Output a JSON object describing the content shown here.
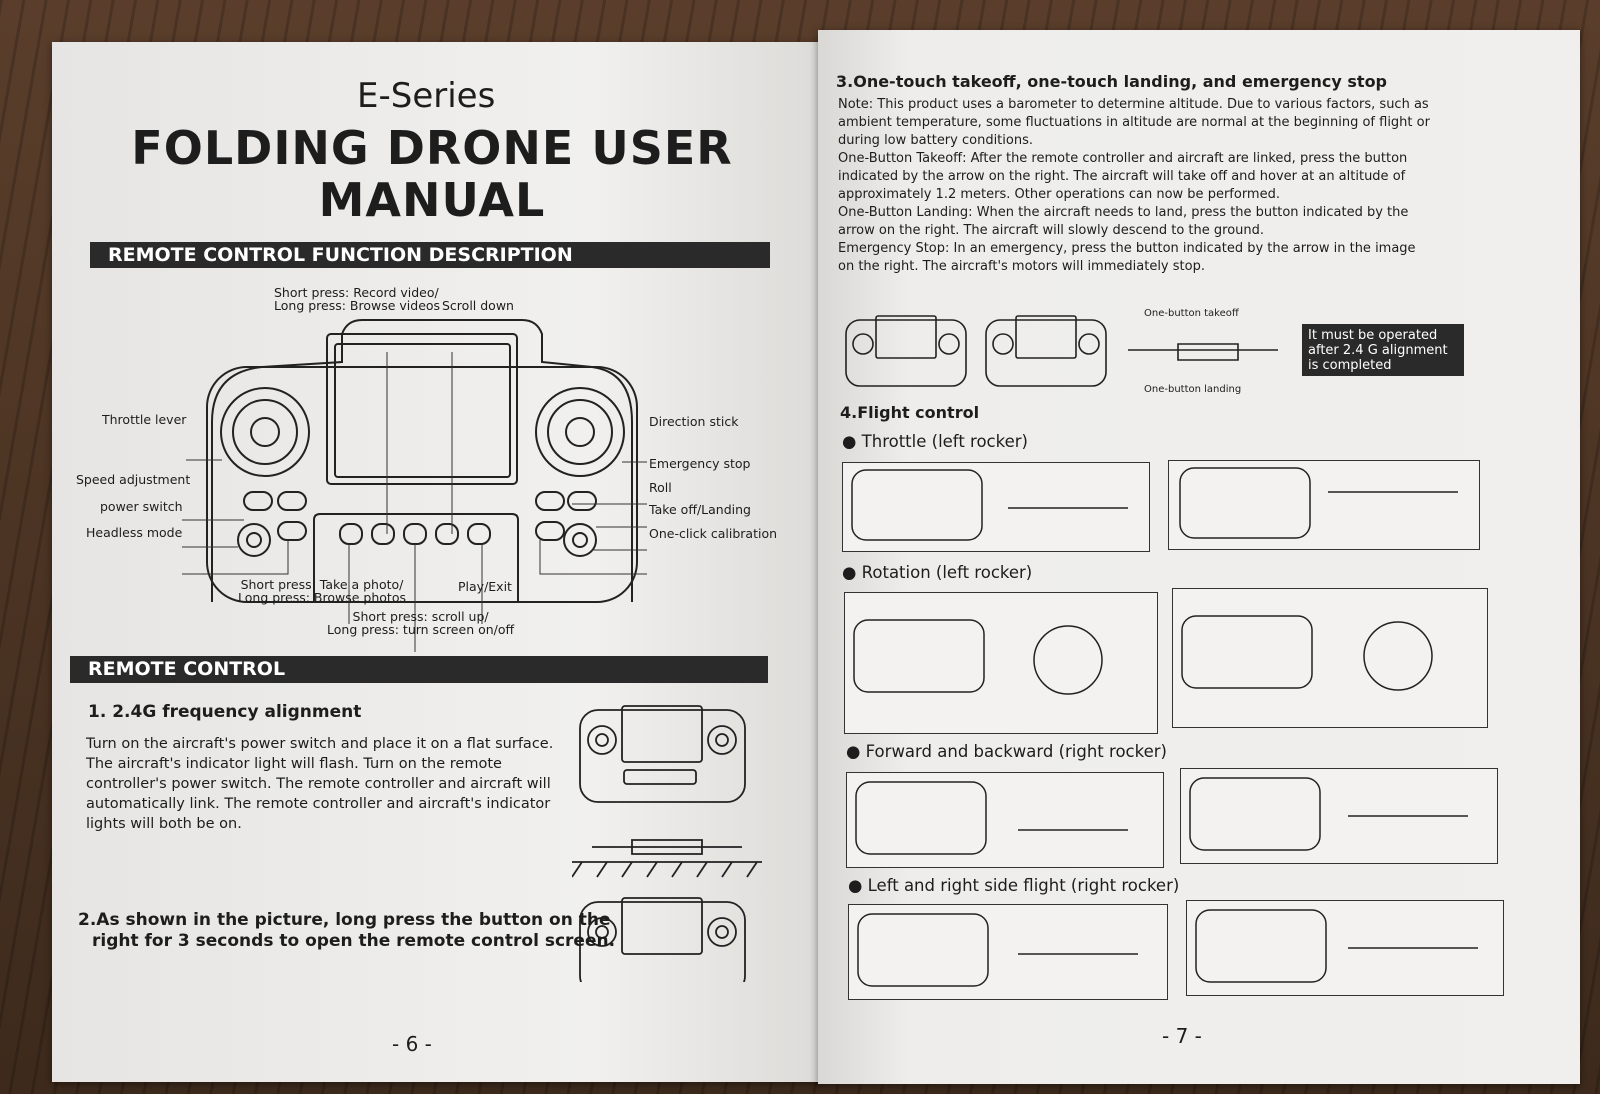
{
  "left_page": {
    "series": "E-Series",
    "title_line1": "FOLDING DRONE USER",
    "title_line2": "MANUAL",
    "section1": "REMOTE CONTROL FUNCTION DESCRIPTION",
    "labels": {
      "record_line1": "Short press: Record video/",
      "record_line2": "Long press: Browse videos",
      "scroll_down": "Scroll down",
      "throttle": "Throttle lever",
      "speed": "Speed adjustment",
      "power": "power switch",
      "headless": "Headless mode",
      "direction": "Direction stick",
      "emergency": "Emergency stop",
      "roll": "Roll",
      "takeoff": "Take off/Landing",
      "calibration": "One-click calibration",
      "photo_line1": "Short press: Take a photo/",
      "photo_line2": "Long press: Browse photos",
      "play": "Play/Exit",
      "scrollup_line1": "Short press: scroll up/",
      "scrollup_line2": "Long press: turn screen on/off"
    },
    "section2": "REMOTE CONTROL",
    "step1_title": "1. 2.4G frequency alignment",
    "step1_lines": [
      "Turn on the aircraft's power switch and place it on a flat surface.",
      "The aircraft's indicator light will flash. Turn on the remote",
      "controller's power switch. The remote controller and aircraft will",
      "automatically link. The remote controller and aircraft's indicator",
      "lights will both be on."
    ],
    "step2_line1": "2.As shown in the picture, long press the button on the",
    "step2_line2": "right for 3 seconds to open the remote control screen.",
    "page_number": "- 6 -"
  },
  "right_page": {
    "section3": "3.One-touch takeoff, one-touch landing, and emergency stop",
    "para_lines": [
      "Note: This product uses a barometer to determine altitude. Due to various factors, such as",
      "ambient temperature, some fluctuations in altitude are normal at the beginning of flight or",
      "during low battery conditions.",
      "One-Button Takeoff: After the remote controller and aircraft are linked, press the button",
      "indicated by the arrow on the right. The aircraft will take off and hover at an altitude of",
      "approximately 1.2 meters. Other operations can now be performed.",
      "One-Button Landing: When the aircraft needs to land, press the button indicated by the",
      "arrow on the right. The aircraft will slowly descend to the ground.",
      "Emergency Stop: In an emergency, press the button indicated by the arrow in the image",
      "on the right. The aircraft's motors will immediately stop."
    ],
    "takeoff_label": "One-button takeoff",
    "landing_label": "One-button landing",
    "note_line1": "It must be operated",
    "note_line2": "after 2.4 G alignment",
    "note_line3": "is completed",
    "section4": "4.Flight control",
    "bullets": [
      "Throttle (left rocker)",
      "Rotation (left rocker)",
      "Forward and backward (right rocker)",
      "Left and right side flight (right rocker)"
    ],
    "page_number": "- 7 -"
  },
  "colors": {
    "ink": "#1d1d1d",
    "bar": "#2a2a2a",
    "paper": "#ecebe9"
  }
}
